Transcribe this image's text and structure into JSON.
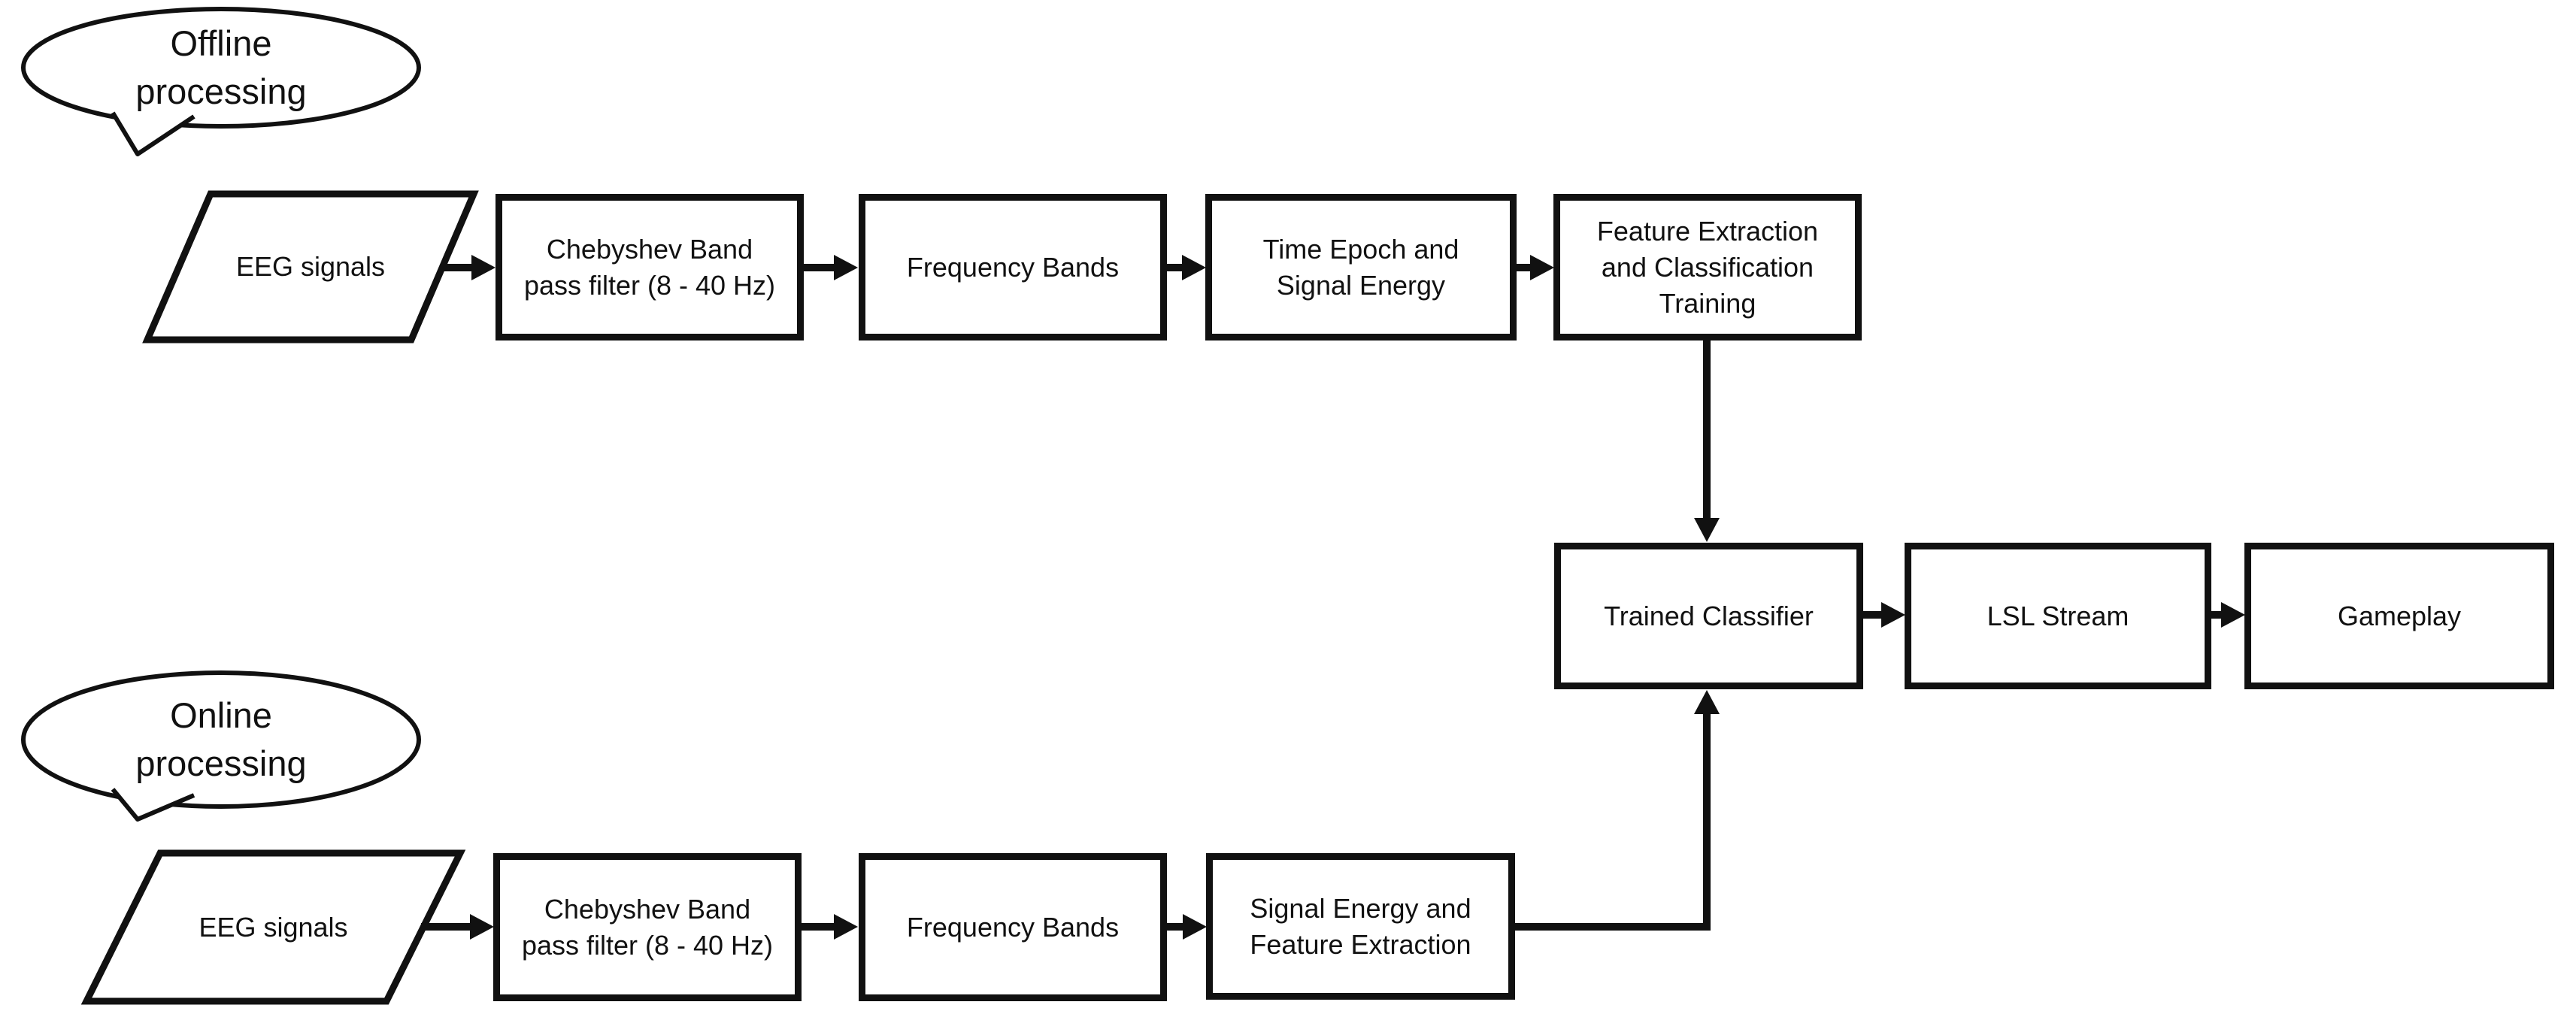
{
  "colors": {
    "stroke": "#111111",
    "text": "#111111",
    "background": "#ffffff"
  },
  "bubbles": {
    "offline": {
      "label": "Offline\nprocessing"
    },
    "online": {
      "label": "Online\nprocessing"
    }
  },
  "offline_row": {
    "eeg": "EEG signals",
    "chebyshev": "Chebyshev Band\npass filter (8 - 40 Hz)",
    "frequency": "Frequency Bands",
    "time_epoch": "Time Epoch and\nSignal Energy",
    "feature": "Feature Extraction\nand Classification\nTraining"
  },
  "online_row": {
    "eeg": "EEG signals",
    "chebyshev": "Chebyshev Band\npass filter (8 - 40 Hz)",
    "frequency": "Frequency Bands",
    "signal_energy": "Signal Energy and\nFeature Extraction"
  },
  "output_row": {
    "trained": "Trained Classifier",
    "lsl": "LSL Stream",
    "gameplay": "Gameplay"
  },
  "edges": [
    "offline.eeg -> offline.chebyshev",
    "offline.chebyshev -> offline.frequency",
    "offline.frequency -> offline.time_epoch",
    "offline.time_epoch -> offline.feature",
    "offline.feature -> output.trained",
    "online.eeg -> online.chebyshev",
    "online.chebyshev -> online.frequency",
    "online.frequency -> online.signal_energy",
    "online.signal_energy -> output.trained",
    "output.trained -> output.lsl",
    "output.lsl -> output.gameplay"
  ]
}
